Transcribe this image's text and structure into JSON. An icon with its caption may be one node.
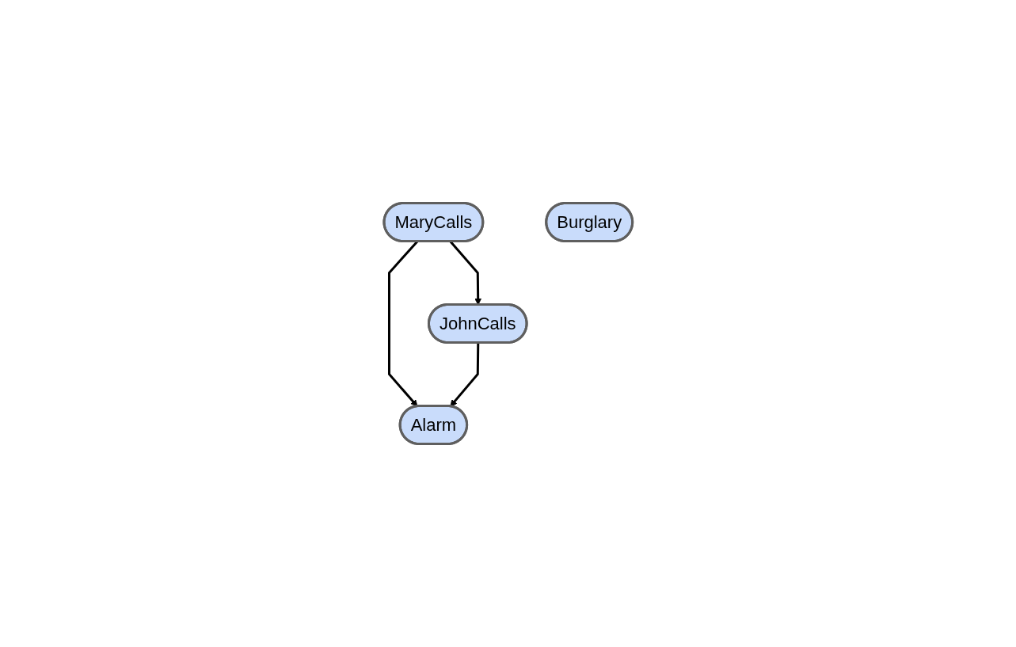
{
  "diagram": {
    "nodes": [
      {
        "text": [
          "MaryCalls"
        ]
      },
      {
        "text": [
          "JohnCalls"
        ]
      },
      {
        "text": [
          "Alarm"
        ]
      },
      {
        "text": [
          "Burglary"
        ]
      }
    ],
    "edges": [
      {
        "from": 0,
        "to": 1,
        "arrow": "to"
      },
      {
        "from": 0,
        "to": 2,
        "arrow": "to"
      },
      {
        "from": 1,
        "to": 2,
        "arrow": "to"
      }
    ]
  }
}
